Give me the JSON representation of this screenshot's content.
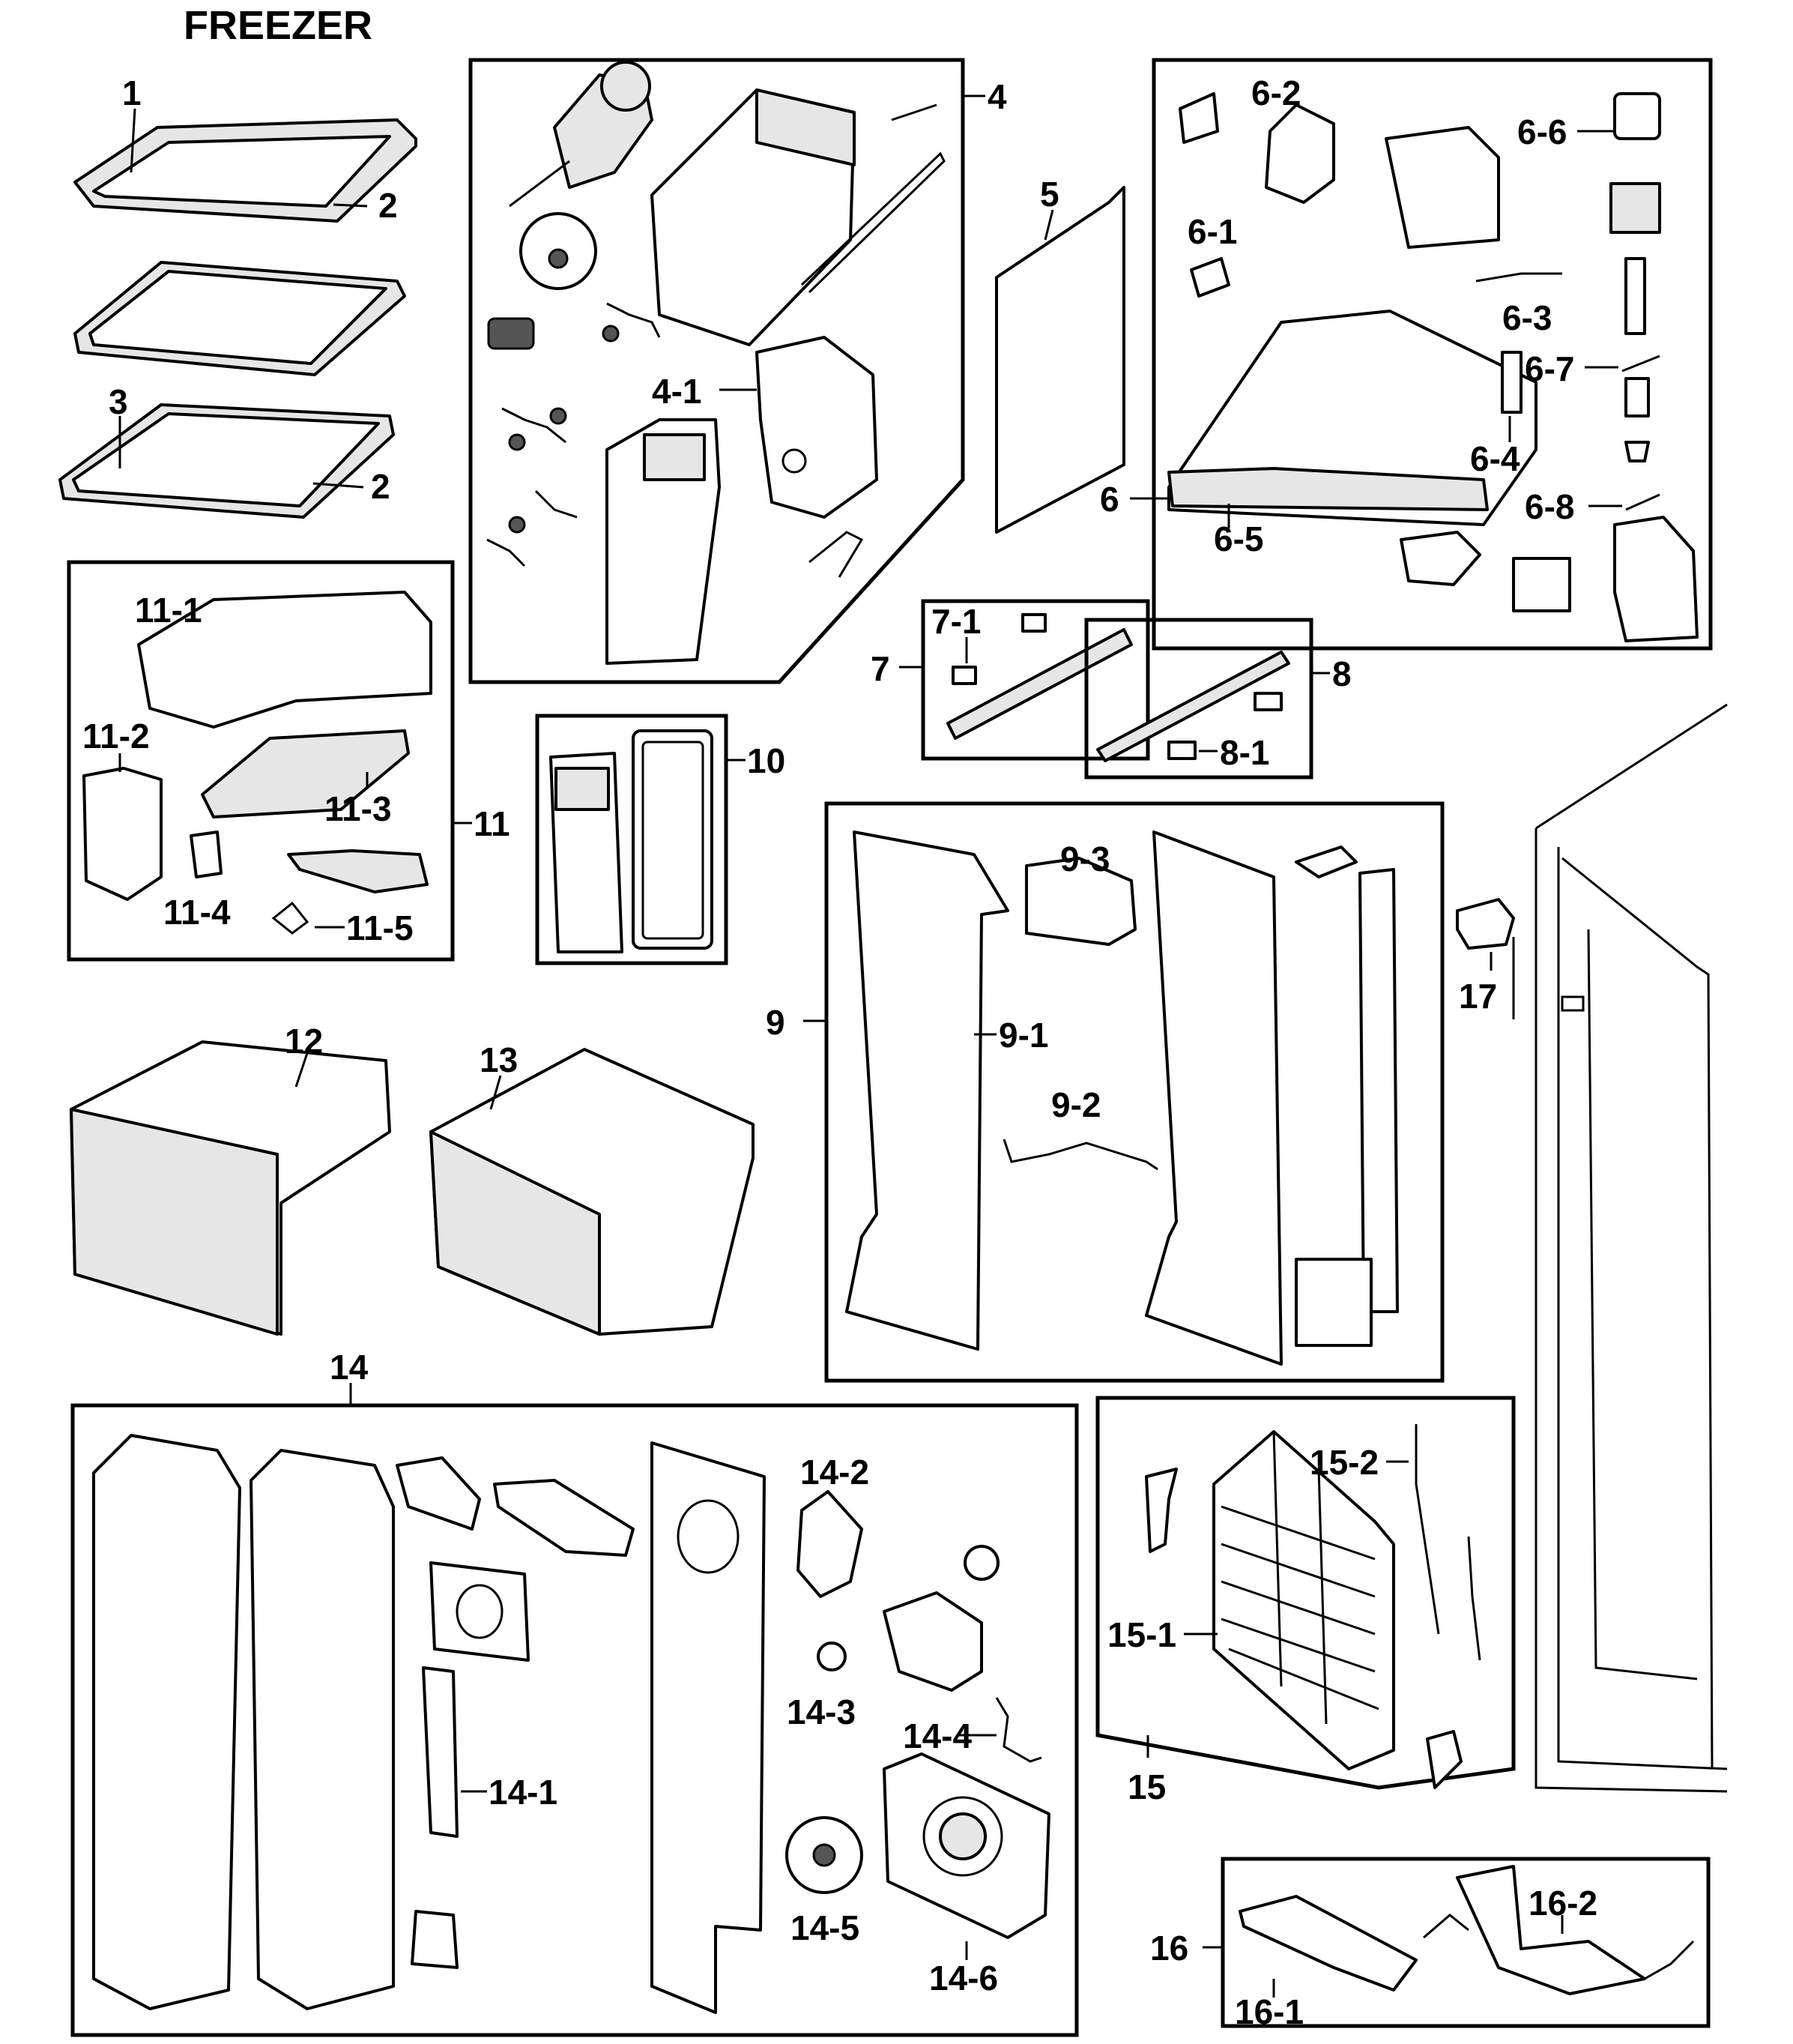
{
  "title": "FREEZER",
  "callouts": {
    "c1": "1",
    "c2a": "2",
    "c2b": "2",
    "c3": "3",
    "c4": "4",
    "c4_1": "4-1",
    "c5": "5",
    "c6": "6",
    "c6_1": "6-1",
    "c6_2": "6-2",
    "c6_3": "6-3",
    "c6_4": "6-4",
    "c6_5": "6-5",
    "c6_6": "6-6",
    "c6_7": "6-7",
    "c6_8": "6-8",
    "c7": "7",
    "c7_1": "7-1",
    "c8": "8",
    "c8_1": "8-1",
    "c9": "9",
    "c9_1": "9-1",
    "c9_2": "9-2",
    "c9_3": "9-3",
    "c10": "10",
    "c11": "11",
    "c11_1": "11-1",
    "c11_2": "11-2",
    "c11_3": "11-3",
    "c11_4": "11-4",
    "c11_5": "11-5",
    "c12": "12",
    "c13": "13",
    "c14": "14",
    "c14_1": "14-1",
    "c14_2": "14-2",
    "c14_3": "14-3",
    "c14_4": "14-4",
    "c14_5": "14-5",
    "c14_6": "14-6",
    "c15": "15",
    "c15_1": "15-1",
    "c15_2": "15-2",
    "c16": "16",
    "c16_1": "16-1",
    "c16_2": "16-2",
    "c17": "17"
  }
}
